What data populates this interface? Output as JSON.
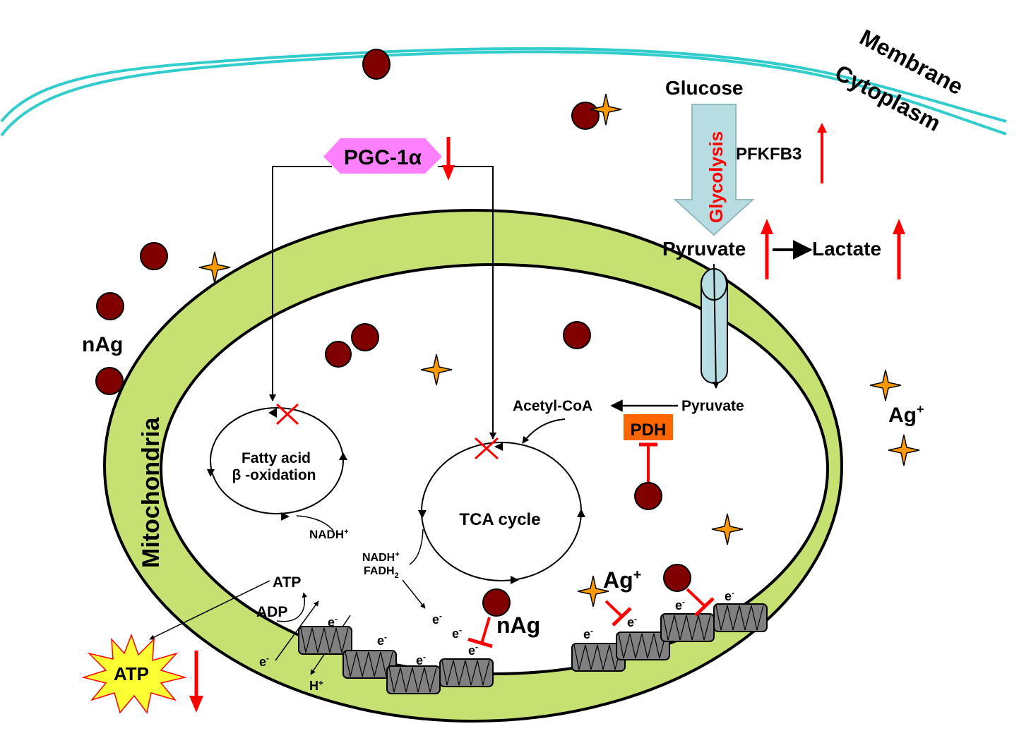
{
  "labels": {
    "membrane": "Membrane",
    "cytoplasm": "Cytoplasm",
    "glucose": "Glucose",
    "glycolysis": "Glycolysis",
    "pfkfb3": "PFKFB3",
    "pyruvate_cyto": "Pyruvate",
    "lactate": "Lactate",
    "pgc1a": "PGC-1α",
    "nag_outside": "nAg",
    "mitochondria": "Mitochondria",
    "acetyl_coa": "Acetyl-CoA",
    "pyruvate_mito": "Pyruvate",
    "pdh": "PDH",
    "ag_plus_outside": "Ag",
    "ag_plus_inside": "Ag",
    "ag_sup": "+",
    "fatty_acid_line1": "Fatty acid",
    "fatty_acid_line2": "β -oxidation",
    "tca": "TCA cycle",
    "nadh_fa": "NADH",
    "nadh_tca": "NADH",
    "fadh2": "FADH",
    "fadh2_sub": "2",
    "atp_small": "ATP",
    "adp": "ADP",
    "atp_burst": "ATP",
    "h_plus": "H",
    "nag_etc": "nAg",
    "electron": "e",
    "electron_sup": "-"
  },
  "regulation": {
    "pgc1a": "down",
    "pfkfb3": "up",
    "pyruvate": "up",
    "lactate": "up",
    "atp": "down"
  },
  "colors": {
    "membrane": "#33cccc",
    "mito_band": "#c6e072",
    "nanoparticle": "#800000",
    "ion_star": "#ff9900",
    "pgc_box": "#ff80ff",
    "pdh_box": "#ff6600",
    "glycolysis_arrow": "#b7dde2",
    "etc_complex": "#808080",
    "atp_burst": "#ffff33",
    "regulation_arrow": "#ff0000"
  }
}
